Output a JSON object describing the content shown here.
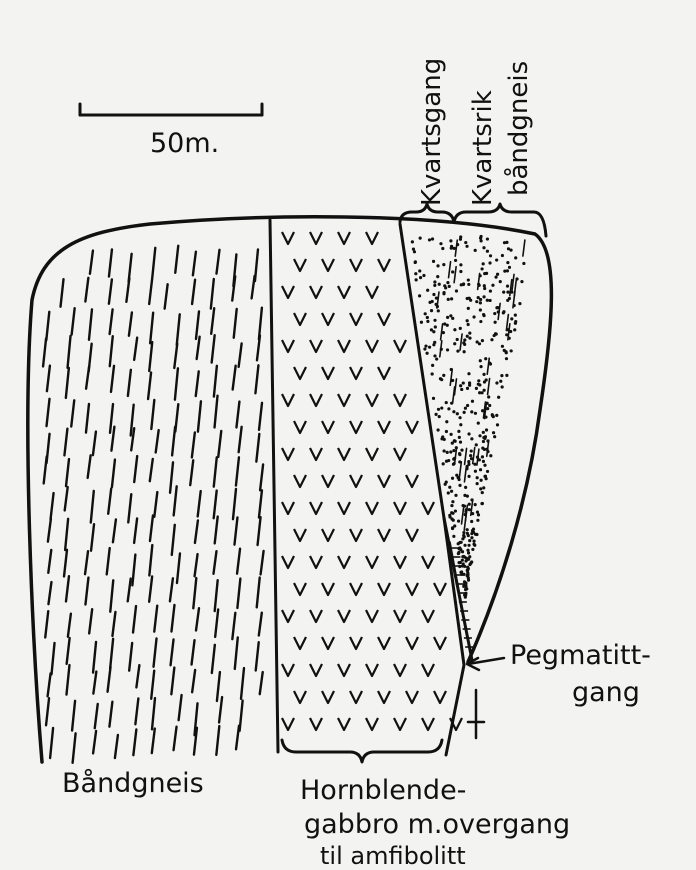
{
  "scale_bar": {
    "label": "50m."
  },
  "top_labels": {
    "kvartsgang": "Kvartsgang",
    "kvartsrik_line1": "Kvartsrik",
    "kvartsrik_line2": "båndgneis"
  },
  "side_labels": {
    "pegmatitt_line1": "Pegmatitt-",
    "pegmatitt_line2": "gang"
  },
  "bottom_labels": {
    "bandgneis": "Båndgneis",
    "gabbro_line1": "Hornblende-",
    "gabbro_line2": "gabbro m.overgang",
    "gabbro_line3": "til amfibolitt"
  },
  "colors": {
    "ink": "#111111",
    "paper": "#f3f3f1"
  }
}
